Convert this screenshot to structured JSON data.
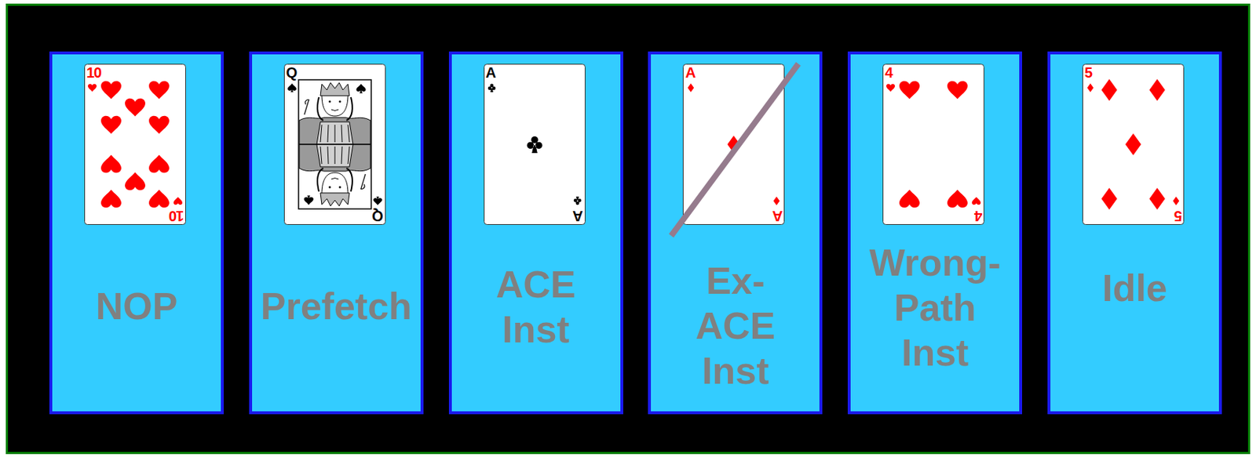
{
  "diagram": {
    "nodes": [
      {
        "text": [
          "NOP"
        ]
      },
      {
        "text": [
          "10",
          "10"
        ],
        "in": 0
      },
      {
        "text": [
          "Prefetch"
        ]
      },
      {
        "text": [
          "Q",
          "Q"
        ],
        "in": 2
      },
      {
        "text": [
          "ACE Inst"
        ]
      },
      {
        "text": [
          "A",
          "A"
        ],
        "in": 4
      },
      {
        "text": [
          "Ex-ACE Inst"
        ]
      },
      {
        "text": [
          "A",
          "A"
        ],
        "in": 6
      },
      {
        "text": [
          "Wrong-Path Inst"
        ]
      },
      {
        "text": [
          "4",
          "4"
        ],
        "in": 8
      },
      {
        "text": [
          "Idle"
        ]
      },
      {
        "text": [
          "5",
          "5"
        ],
        "in": 10
      }
    ]
  }
}
